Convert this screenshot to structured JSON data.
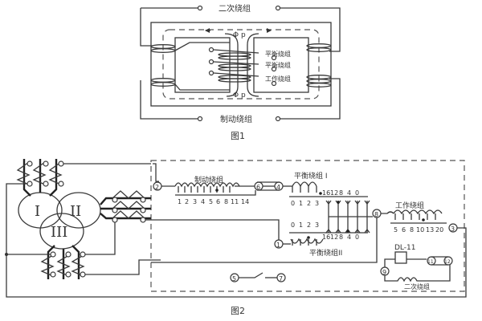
{
  "figure1": {
    "caption": "图1",
    "secondary_winding_label": "二次绕组",
    "braking_winding_label": "制动绕组",
    "flux_label_top": "Φ p",
    "flux_label_bottom": "Φ p",
    "winding_labels": [
      "平衡绕组",
      "平衡绕组",
      "工作绕组"
    ]
  },
  "figure2": {
    "caption": "图2",
    "transformer_windings": [
      "I",
      "II",
      "III"
    ],
    "braking_winding": {
      "label": "制动绕组",
      "taps": [
        "1",
        "2",
        "3",
        "4",
        "5",
        "6",
        "8",
        "11",
        "14"
      ]
    },
    "balance_winding_1": {
      "label": "平衡绕组 I",
      "left_taps": [
        "0",
        "1",
        "2",
        "3"
      ],
      "right_taps": [
        "16",
        "12",
        "8",
        "4",
        "0"
      ]
    },
    "balance_winding_2": {
      "label": "平衡绕组II",
      "left_taps": [
        "0",
        "1",
        "2",
        "3"
      ],
      "right_taps": [
        "16",
        "12",
        "8",
        "4",
        "0"
      ]
    },
    "working_winding": {
      "label": "工作绕组",
      "taps": [
        "5",
        "6",
        "8",
        "10",
        "13",
        "20"
      ]
    },
    "secondary_winding_label": "二次绕组",
    "relay_label": "DL-11",
    "terminals": [
      "1",
      "2",
      "3",
      "4",
      "5",
      "6",
      "7",
      "8",
      "9",
      "11",
      "12"
    ]
  }
}
